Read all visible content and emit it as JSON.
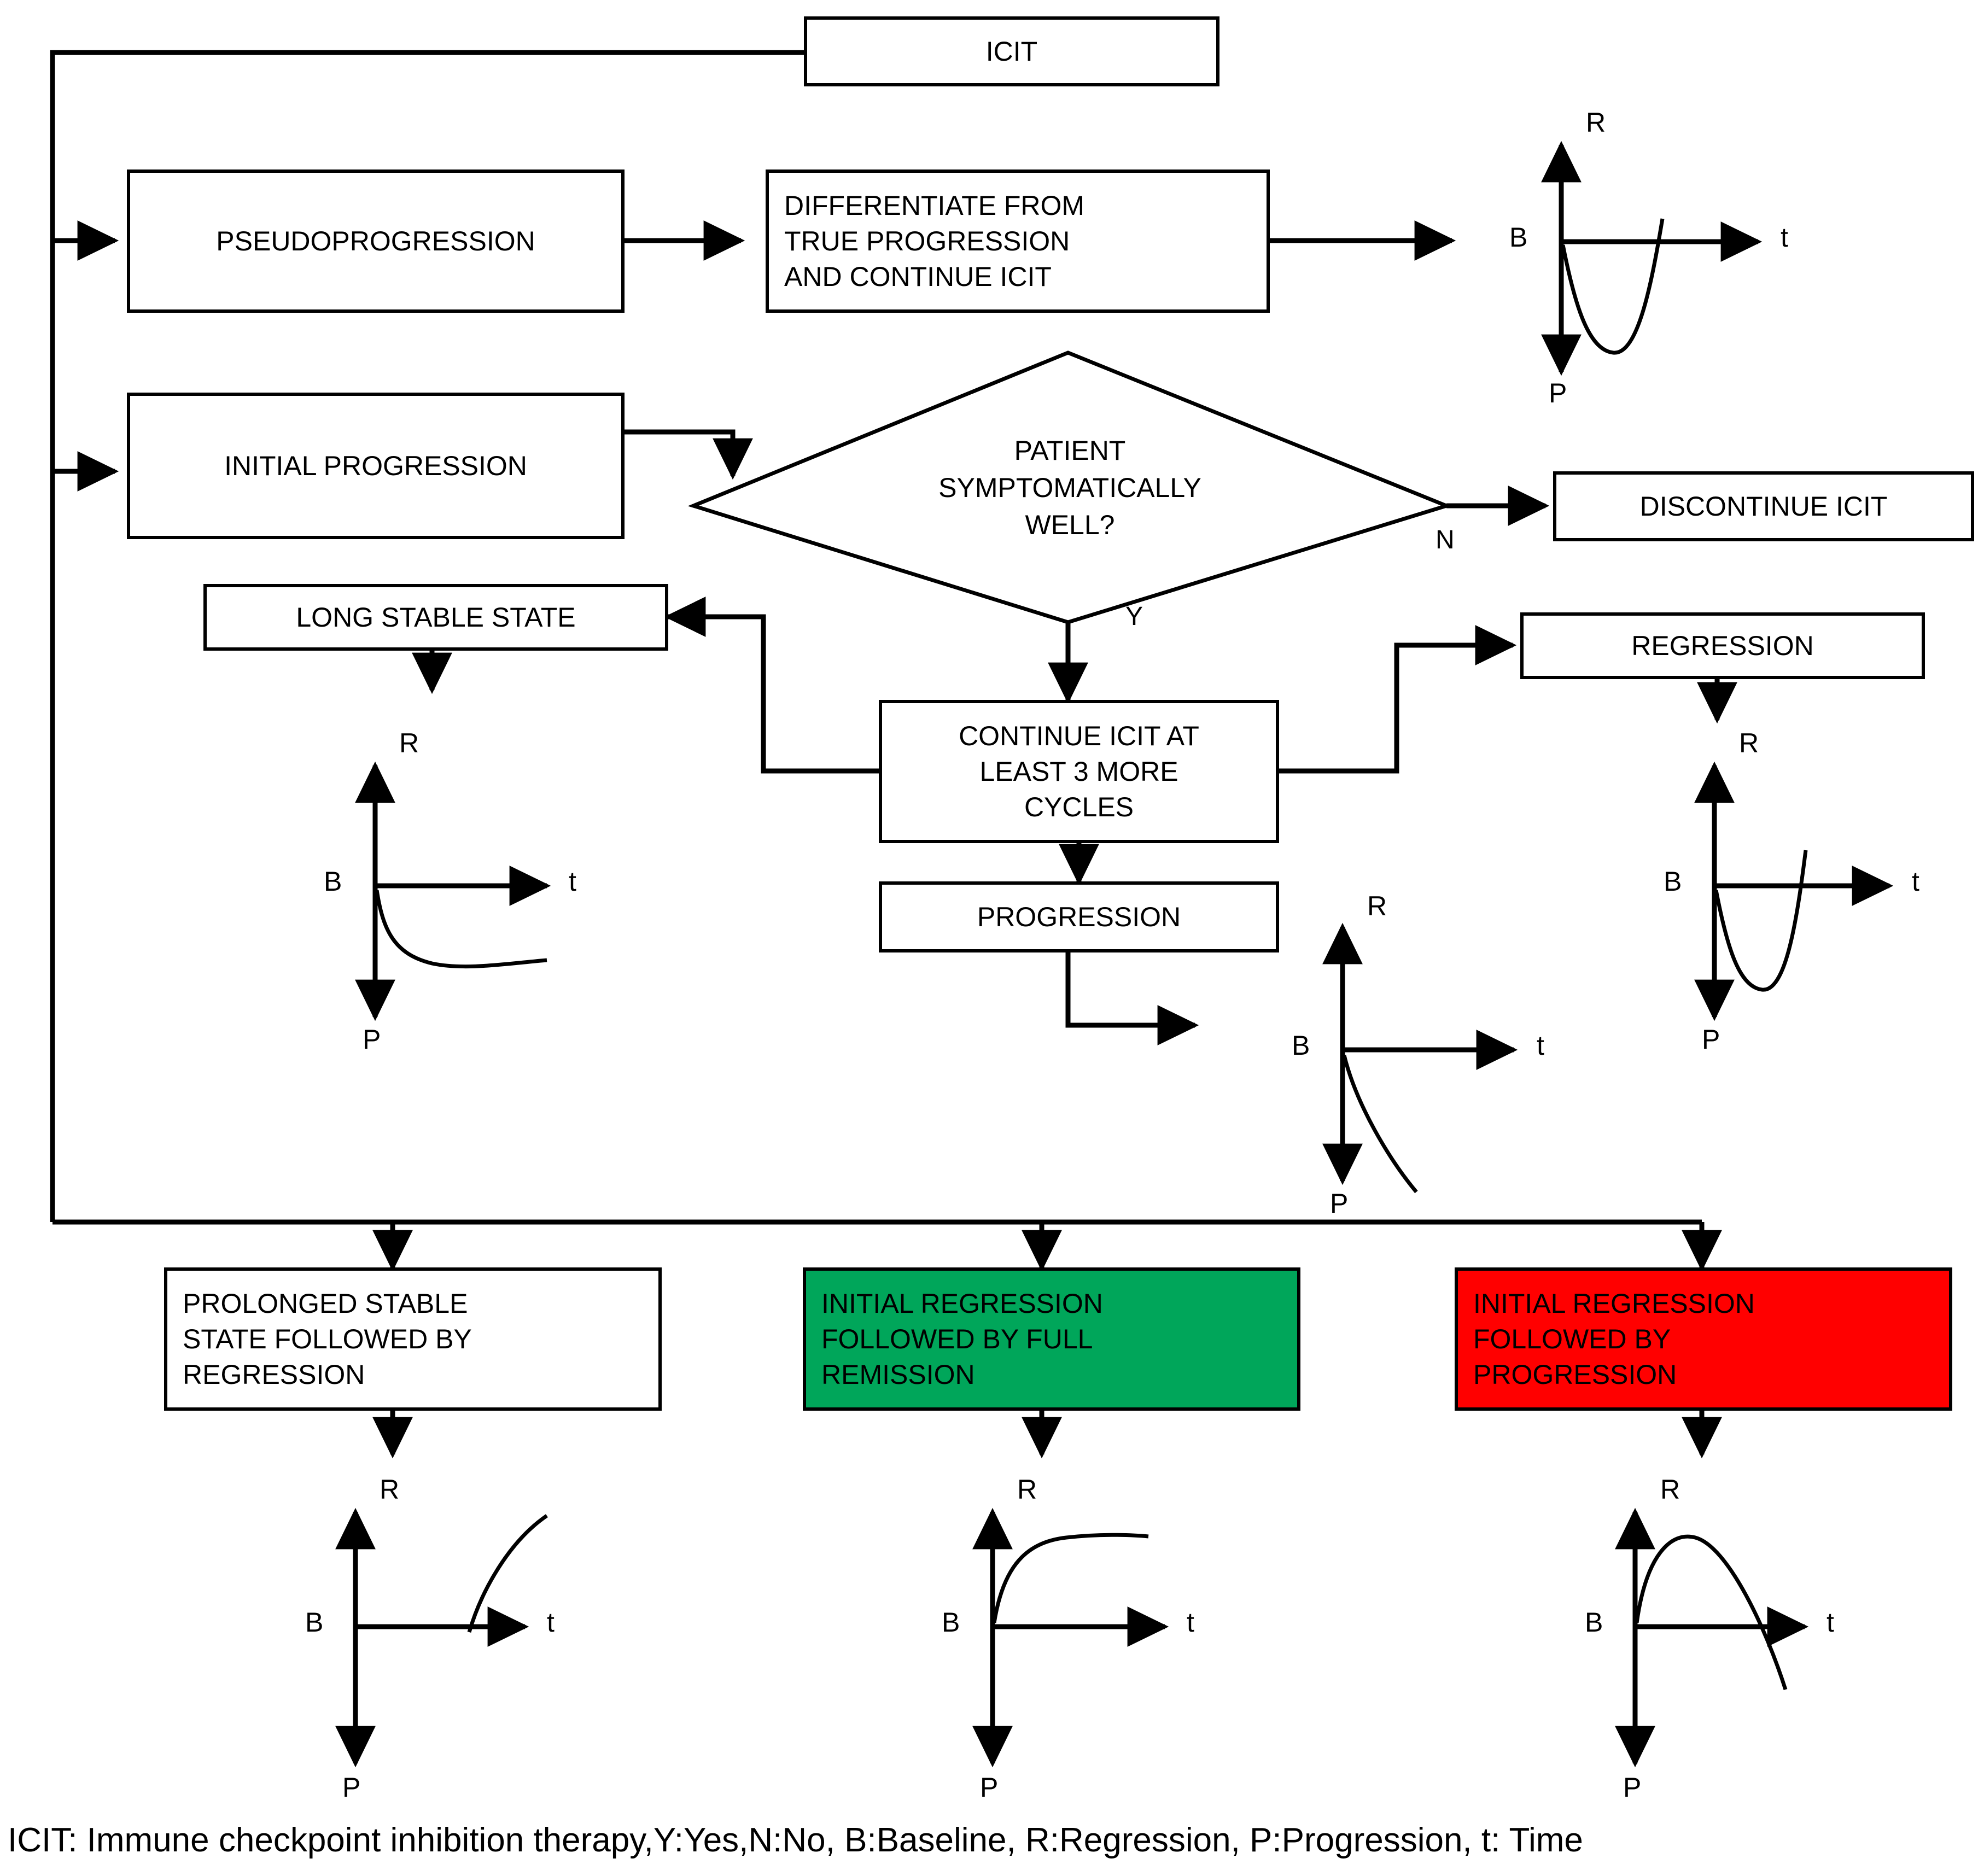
{
  "diagram": {
    "title_node": "ICIT",
    "legend": "ICIT: Immune checkpoint inhibition therapy,Y:Yes,N:No, B:Baseline, R:Regression, P:Progression, t: Time",
    "colors": {
      "stroke": "#000000",
      "box_fill": "#ffffff",
      "green_fill": "#00A65A",
      "red_fill": "#FF0000",
      "text": "#000000"
    },
    "nodes": {
      "icit": "ICIT",
      "pseudoprogression": "PSEUDOPROGRESSION",
      "differentiate": "DIFFERENTIATE FROM\nTRUE PROGRESSION\nAND CONTINUE ICIT",
      "initial_progression": "INITIAL PROGRESSION",
      "decision": [
        "PATIENT",
        "SYMPTOMATICALLY",
        "WELL?"
      ],
      "discontinue": "DISCONTINUE ICIT",
      "long_stable_state": "LONG STABLE STATE",
      "continue_icit": "CONTINUE ICIT AT\nLEAST 3 MORE\nCYCLES",
      "regression": "REGRESSION",
      "progression": "PROGRESSION",
      "prolonged_stable": "PROLONGED STABLE\nSTATE FOLLOWED BY\nREGRESSION",
      "initial_regression_remission": "INITIAL REGRESSION\nFOLLOWED BY FULL\nREMISSION",
      "initial_regression_progression": "INITIAL REGRESSION\nFOLLOWED BY\nPROGRESSION"
    },
    "edge_labels": {
      "no": "N",
      "yes": "Y"
    },
    "axis_labels": {
      "regression": "R",
      "baseline": "B",
      "progression": "P",
      "time": "t"
    }
  },
  "chart_data": [
    {
      "id": "graph-pseudoprogression",
      "type": "line",
      "title": "",
      "xlabel": "t",
      "ylabel": "R",
      "axis_labels": {
        "up": "R",
        "down": "P",
        "origin": "B",
        "right": "t"
      },
      "description": "Dips below baseline then rises steeply above baseline",
      "x": [
        0,
        0.1,
        0.22,
        0.34,
        0.44,
        0.55,
        0.64,
        0.72
      ],
      "y": [
        0,
        -0.35,
        -0.68,
        -0.8,
        -0.62,
        -0.15,
        0.32,
        0.58
      ]
    },
    {
      "id": "graph-long-stable-state",
      "type": "line",
      "title": "",
      "xlabel": "t",
      "ylabel": "R",
      "axis_labels": {
        "up": "R",
        "down": "P",
        "origin": "B",
        "right": "t"
      },
      "description": "Falls below baseline then flattens into a long plateau",
      "x": [
        0,
        0.1,
        0.22,
        0.36,
        0.52,
        0.7,
        0.88
      ],
      "y": [
        0,
        -0.38,
        -0.62,
        -0.74,
        -0.78,
        -0.76,
        -0.72
      ]
    },
    {
      "id": "graph-progression",
      "type": "line",
      "title": "",
      "xlabel": "t",
      "ylabel": "R",
      "axis_labels": {
        "up": "R",
        "down": "P",
        "origin": "B",
        "right": "t"
      },
      "description": "Steady decline below baseline with no recovery",
      "x": [
        0,
        0.14,
        0.3,
        0.46,
        0.6,
        0.72
      ],
      "y": [
        0,
        -0.28,
        -0.56,
        -0.82,
        -1.02,
        -1.16
      ]
    },
    {
      "id": "graph-regression",
      "type": "line",
      "title": "",
      "xlabel": "t",
      "ylabel": "R",
      "axis_labels": {
        "up": "R",
        "down": "P",
        "origin": "B",
        "right": "t"
      },
      "description": "Dips below baseline then rises steeply above baseline",
      "x": [
        0,
        0.1,
        0.22,
        0.34,
        0.44,
        0.55,
        0.64,
        0.72
      ],
      "y": [
        0,
        -0.35,
        -0.68,
        -0.8,
        -0.62,
        -0.15,
        0.32,
        0.58
      ]
    },
    {
      "id": "graph-prolonged-stable-regression",
      "type": "line",
      "title": "",
      "xlabel": "t",
      "ylabel": "R",
      "axis_labels": {
        "up": "R",
        "down": "P",
        "origin": "B",
        "right": "t"
      },
      "description": "Flat at baseline then a late rise into regression",
      "x": [
        0.46,
        0.54,
        0.64,
        0.74,
        0.84,
        0.94
      ],
      "y": [
        0.02,
        0.3,
        0.56,
        0.76,
        0.92,
        1.02
      ]
    },
    {
      "id": "graph-initial-regression-remission",
      "type": "line",
      "title": "",
      "xlabel": "t",
      "ylabel": "R",
      "axis_labels": {
        "up": "R",
        "down": "P",
        "origin": "B",
        "right": "t"
      },
      "description": "Rises quickly above baseline then plateaus at full remission",
      "x": [
        0,
        0.06,
        0.14,
        0.26,
        0.42,
        0.6,
        0.8
      ],
      "y": [
        0,
        0.46,
        0.74,
        0.92,
        1.0,
        1.02,
        1.02
      ]
    },
    {
      "id": "graph-initial-regression-progression",
      "type": "line",
      "title": "",
      "xlabel": "t",
      "ylabel": "R",
      "axis_labels": {
        "up": "R",
        "down": "P",
        "origin": "B",
        "right": "t"
      },
      "description": "Rises to a peak above baseline then falls back through baseline into progression",
      "x": [
        0,
        0.08,
        0.18,
        0.3,
        0.44,
        0.58,
        0.7,
        0.8
      ],
      "y": [
        0,
        0.62,
        0.92,
        0.86,
        0.56,
        0.16,
        -0.26,
        -0.54
      ]
    }
  ]
}
